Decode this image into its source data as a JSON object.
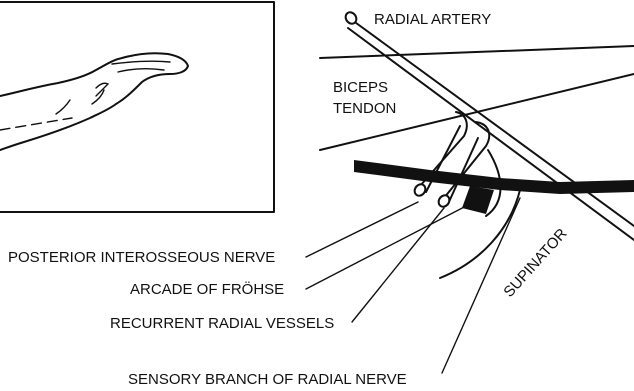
{
  "labels": {
    "radial_artery": "RADIAL ARTERY",
    "biceps": "BICEPS",
    "tendon": "TENDON",
    "supinator": "SUPINATOR",
    "posterior_interosseous_nerve": "POSTERIOR INTEROSSEOUS NERVE",
    "arcade_of_frohse": "ARCADE OF FRÖHSE",
    "recurrent_radial_vessels": "RECURRENT RADIAL VESSELS",
    "sensory_branch": "SENSORY BRANCH OF RADIAL NERVE"
  },
  "colors": {
    "ink": "#111111",
    "background": "#ffffff"
  }
}
